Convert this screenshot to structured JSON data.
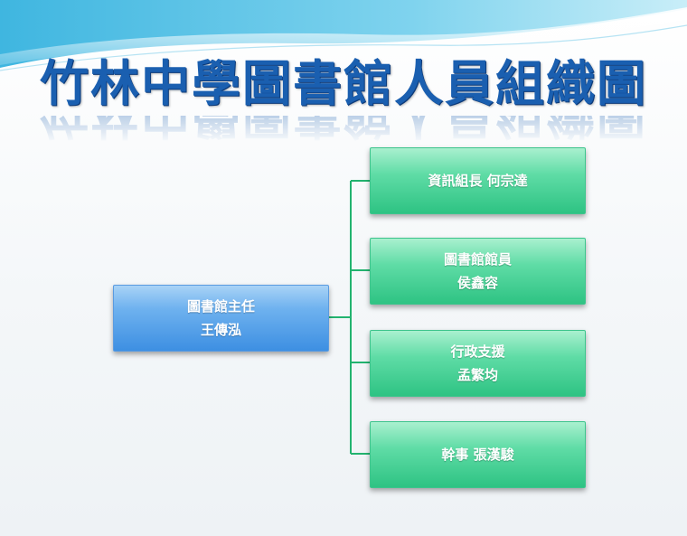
{
  "title": "竹林中學圖書館人員組織圖",
  "head": {
    "line1": "圖書館主任",
    "line2": "王傳泓"
  },
  "members": [
    {
      "line1": "資訊組長 何宗達",
      "line2": ""
    },
    {
      "line1": "圖書館館員",
      "line2": "侯鑫容"
    },
    {
      "line1": "行政支援",
      "line2": "孟繁均"
    },
    {
      "line1": "幹事 張漢駿",
      "line2": ""
    }
  ],
  "colors": {
    "title": "#1a5fb0",
    "head_box": "#3d8fe2",
    "member_box": "#2ec383",
    "connector": "#22b36f",
    "wave": "#5fc4e8"
  }
}
